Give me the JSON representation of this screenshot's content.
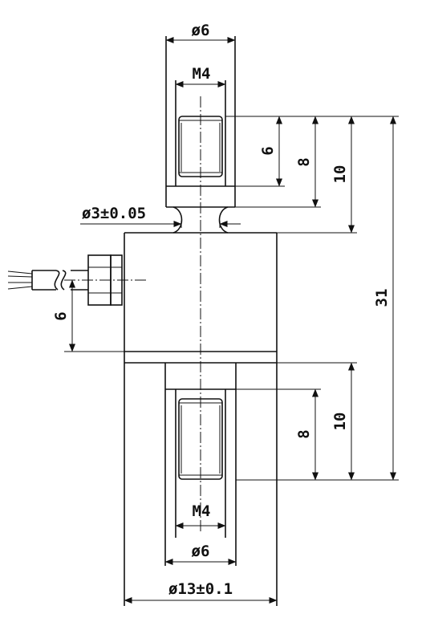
{
  "labels": {
    "top_diameter": "ø6",
    "top_thread": "M4",
    "top_thread_depth": "6",
    "top_hole_depth": "8",
    "top_stud_length": "10",
    "neck_diameter": "ø3±0.05",
    "cable_offset": "6",
    "overall_length": "31",
    "bottom_hole_depth": "8",
    "bottom_stud_length": "10",
    "bottom_thread": "M4",
    "bottom_diameter": "ø6",
    "body_diameter": "ø13±0.1"
  }
}
